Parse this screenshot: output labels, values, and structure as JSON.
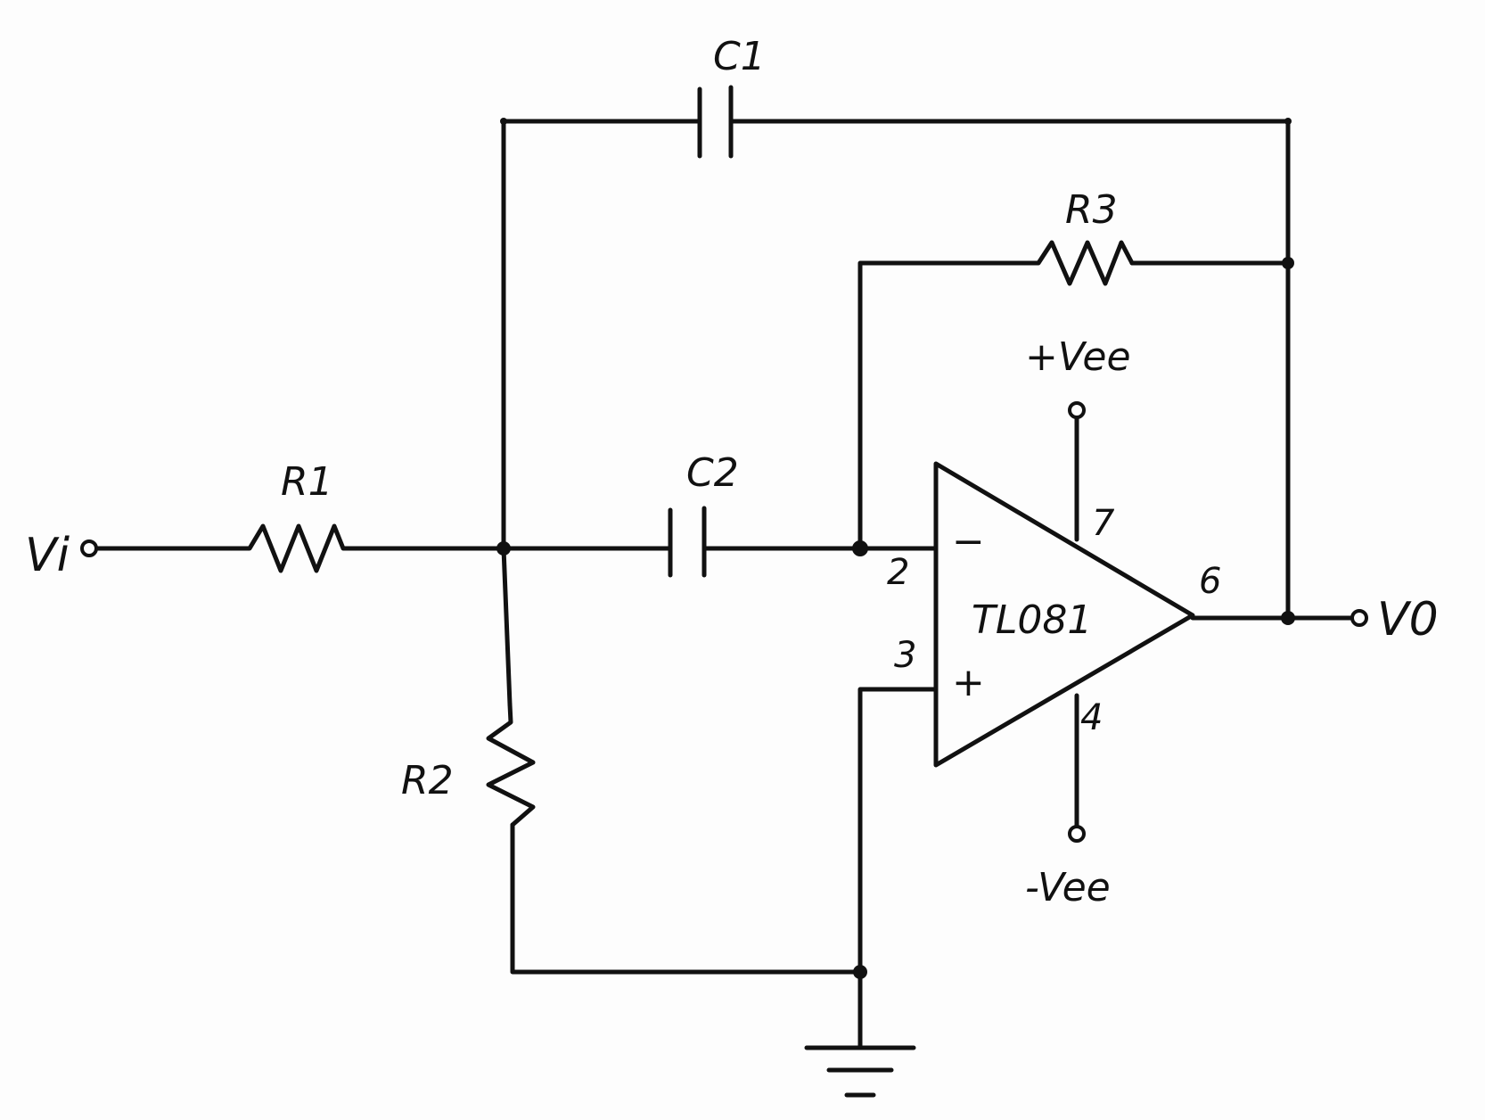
{
  "labels": {
    "vi": "Vi",
    "vo": "V0",
    "r1": "R1",
    "r2": "R2",
    "r3": "R3",
    "c1": "C1",
    "c2": "C2",
    "opamp": "TL081",
    "vcc_pos": "+Vee",
    "vcc_neg": "-Vee",
    "pin2": "2",
    "pin3": "3",
    "pin4": "4",
    "pin6": "6",
    "pin7": "7",
    "inv": "−",
    "noninv": "+"
  }
}
